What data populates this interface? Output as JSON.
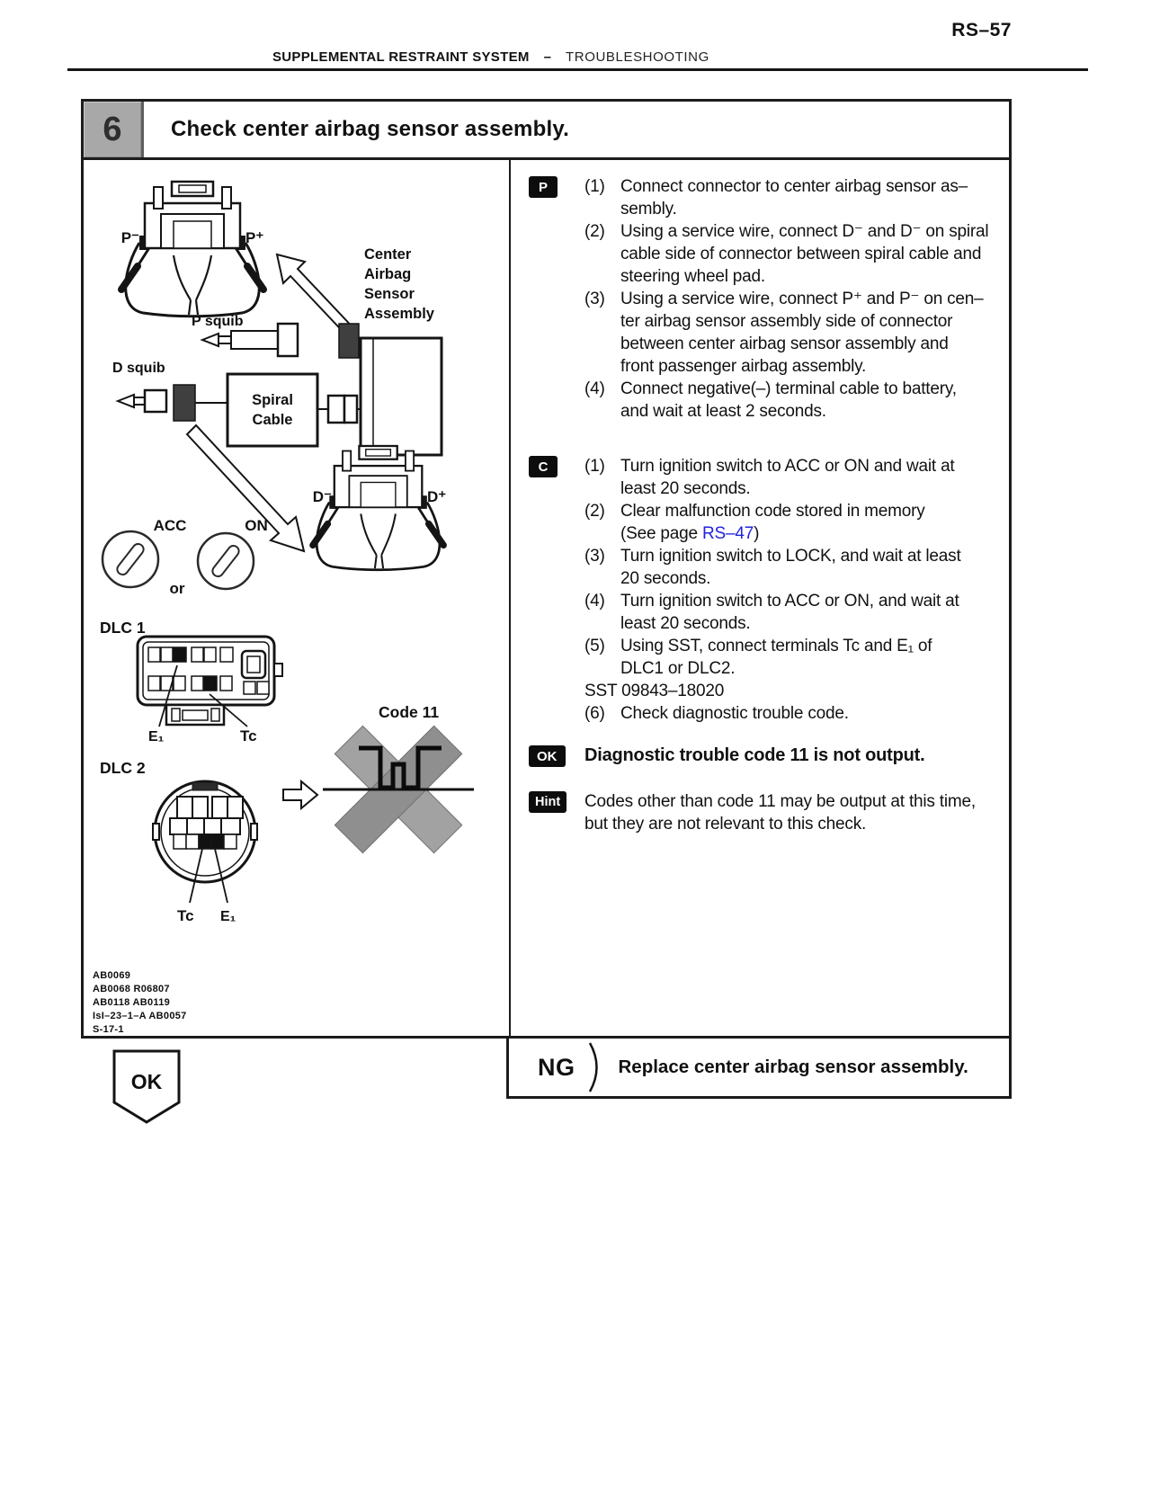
{
  "page": {
    "number": "RS–57",
    "header_left": "SUPPLEMENTAL RESTRAINT SYSTEM",
    "header_dash": "–",
    "header_right": "TROUBLESHOOTING"
  },
  "step": {
    "number": "6",
    "title": "Check center airbag sensor assembly."
  },
  "diagram": {
    "p_minus": "P⁻",
    "p_plus": "P⁺",
    "center_airbag_label": [
      "Center",
      "Airbag",
      "Sensor",
      "Assembly"
    ],
    "p_squib": "P squib",
    "d_squib": "D squib",
    "spiral_cable": [
      "Spiral",
      "Cable"
    ],
    "d_minus": "D⁻",
    "d_plus": "D⁺",
    "acc": "ACC",
    "on": "ON",
    "or": "or",
    "dlc1": "DLC 1",
    "dlc1_e1": "E₁",
    "dlc1_tc": "Tc",
    "code11": "Code 11",
    "dlc2": "DLC 2",
    "dlc2_tc": "Tc",
    "dlc2_e1": "E₁",
    "ref_codes": [
      "AB0069",
      "AB0068 R06807",
      "AB0118 AB0119",
      "IsI–23–1–A AB0057",
      "S-17-1"
    ],
    "ok_pointer": "OK"
  },
  "steps": {
    "p": {
      "tag": "P",
      "items": [
        {
          "num": "(1)",
          "lines": [
            "Connect connector to center airbag sensor as–",
            "sembly."
          ]
        },
        {
          "num": "(2)",
          "lines": [
            "Using a service wire, connect D⁻ and D⁻ on spiral",
            "cable side of connector between spiral cable and",
            "steering wheel pad."
          ]
        },
        {
          "num": "(3)",
          "lines": [
            "Using a service wire, connect P⁺ and P⁻ on cen–",
            "ter airbag sensor assembly side of connector",
            "between center airbag sensor assembly and",
            "front passenger airbag assembly."
          ]
        },
        {
          "num": "(4)",
          "lines": [
            "Connect negative(–) terminal cable to battery,",
            "and wait at least 2 seconds."
          ]
        }
      ]
    },
    "c": {
      "tag": "C",
      "items": [
        {
          "num": "(1)",
          "lines": [
            "Turn ignition switch to ACC or ON and wait at",
            "least 20 seconds."
          ]
        },
        {
          "num": "(2)",
          "line1": "Clear malfunction code stored in memory",
          "see_prefix": "(See page ",
          "link": "RS–47",
          "suffix": ")"
        },
        {
          "num": "(3)",
          "lines": [
            "Turn ignition switch to LOCK, and wait at least",
            "20 seconds."
          ]
        },
        {
          "num": "(4)",
          "lines": [
            "Turn ignition switch to ACC or ON, and wait at",
            "least 20 seconds."
          ]
        },
        {
          "num": "(5)",
          "lines": [
            "Using SST, connect terminals Tc and E₁ of",
            "DLC1 or DLC2."
          ]
        },
        {
          "num": "(6)",
          "lines": [
            "Check diagnostic trouble code."
          ]
        }
      ],
      "sst": "SST 09843–18020"
    }
  },
  "result_ok": {
    "tag": "OK",
    "text": "Diagnostic trouble code 11 is not output."
  },
  "hint": {
    "tag": "Hint",
    "lines": [
      "Codes other than code 11 may be output at this time,",
      "but they are not relevant to this check."
    ]
  },
  "ng": {
    "label": "NG",
    "text": "Replace center airbag sensor assembly."
  }
}
